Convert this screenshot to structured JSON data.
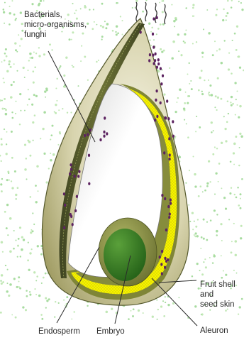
{
  "labels": {
    "bacterials": "Bacterials,\nmicro-organisms,\nfunghi",
    "fruit_shell": "Fruit shell\nand\nseed skin",
    "endosperm": "Endosperm",
    "embryo": "Embryo",
    "aleuron": "Aleuron"
  }
}
